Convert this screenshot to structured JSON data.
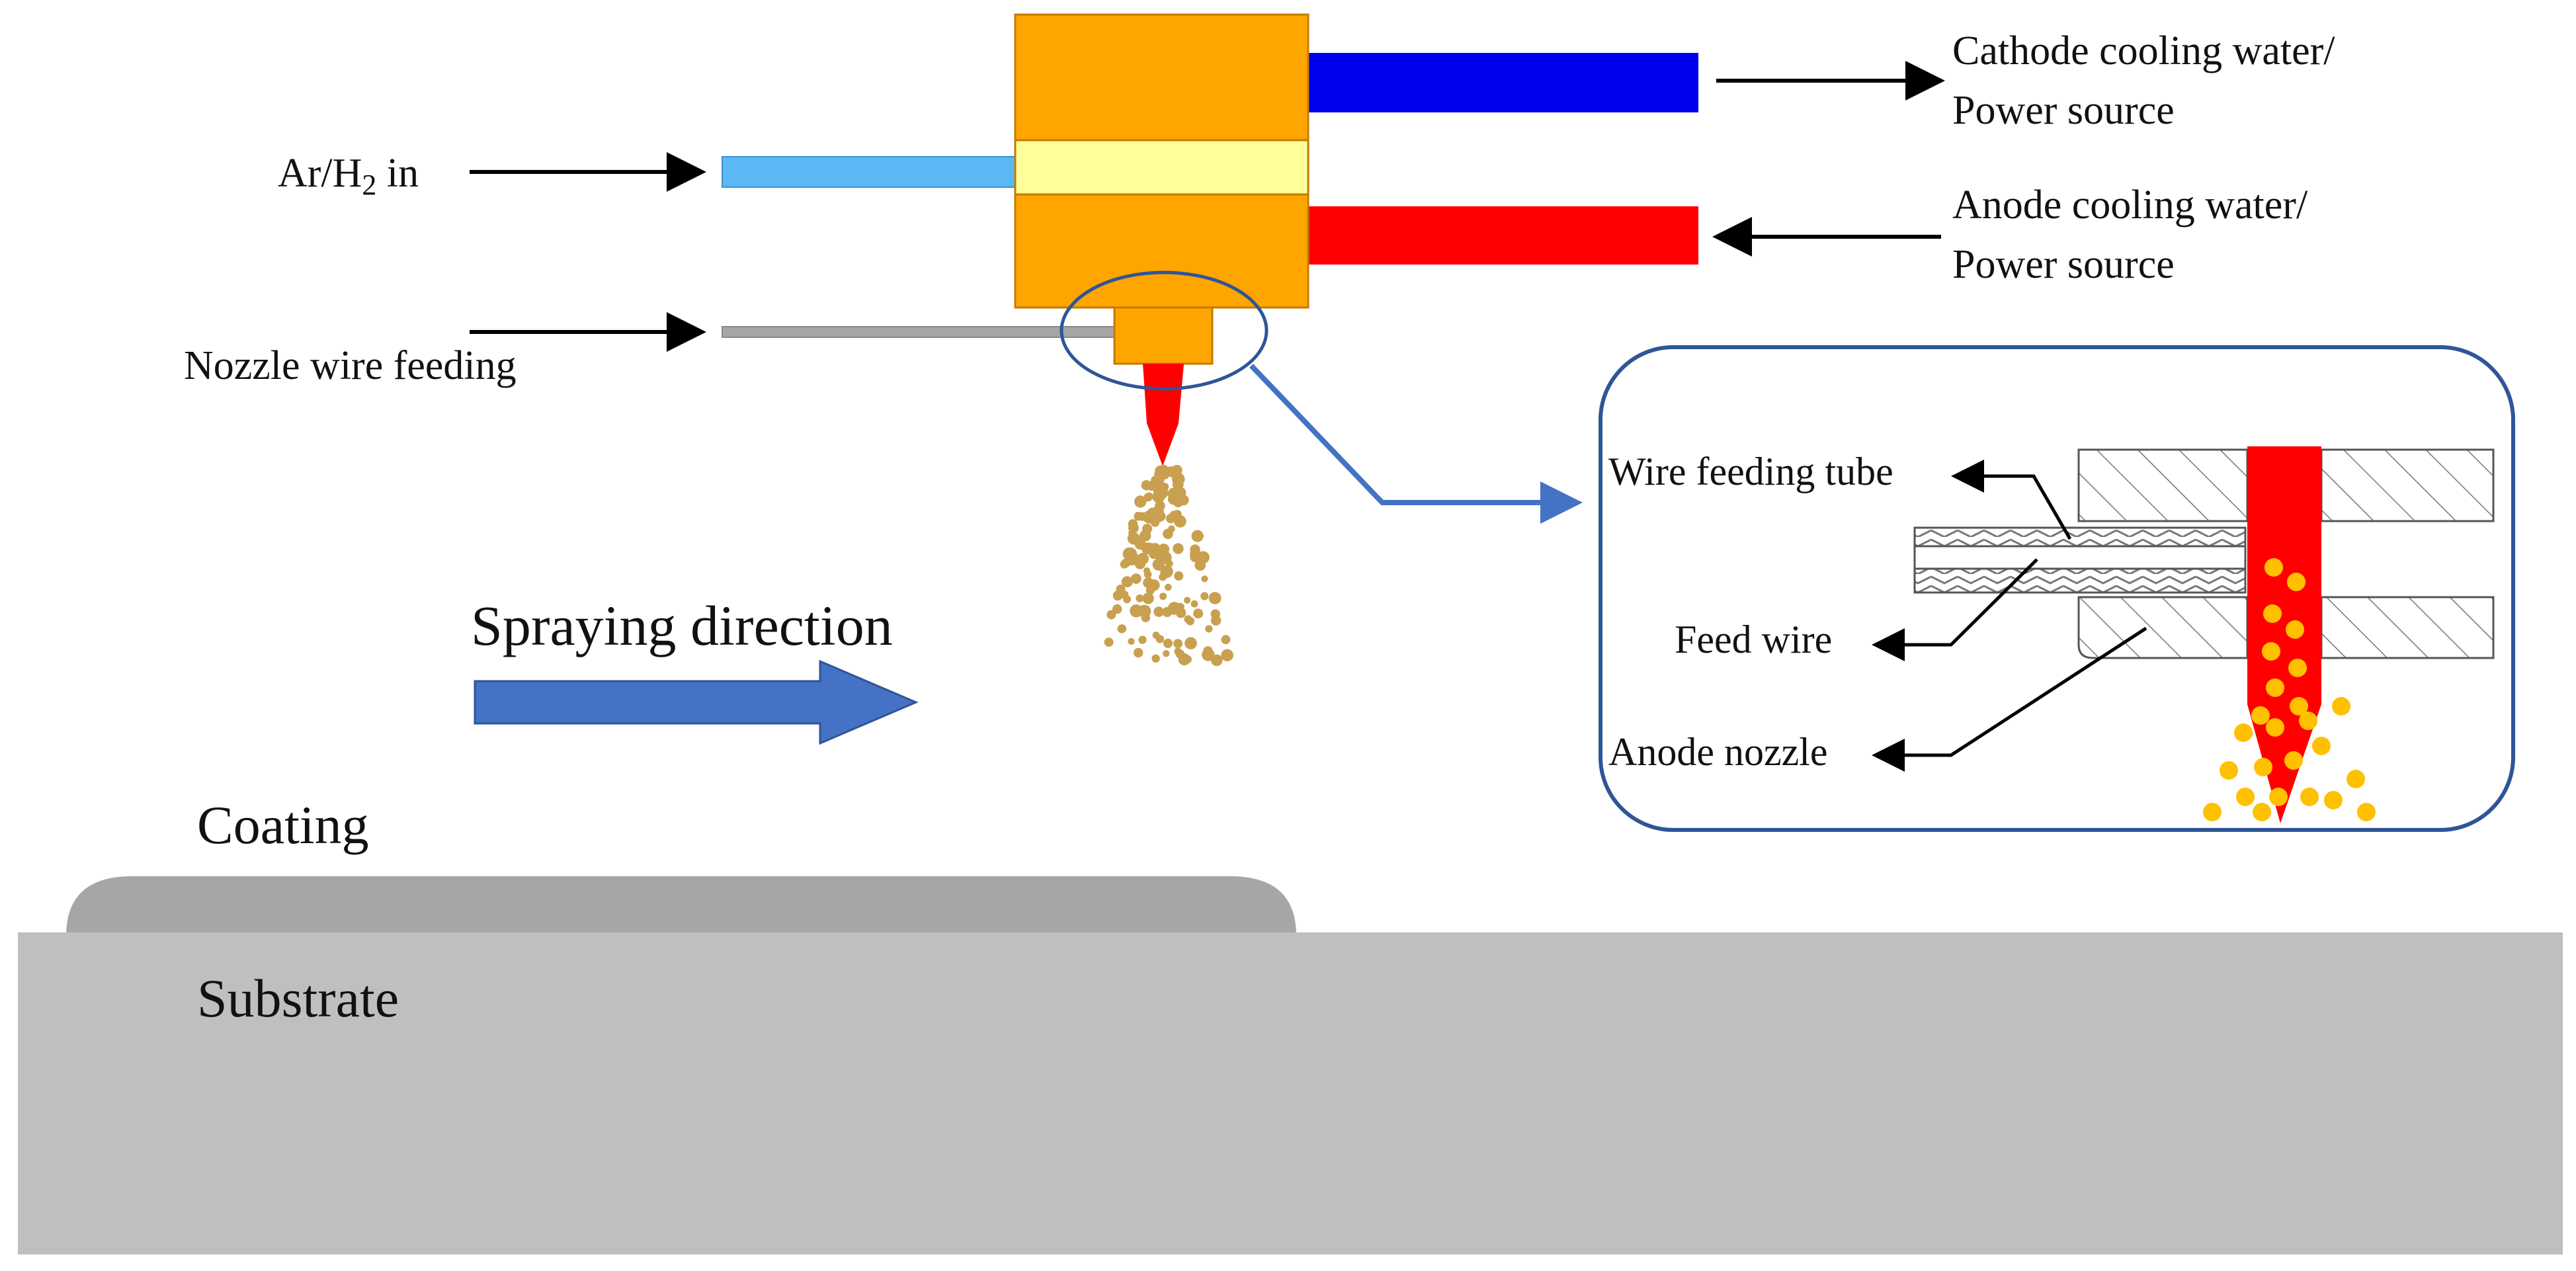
{
  "labels": {
    "gas_in": "Ar/H",
    "gas_sub": "2",
    "gas_in_suffix": " in",
    "nozzle_wire_feeding": "Nozzle wire feeding",
    "cathode_line1": "Cathode cooling water/",
    "cathode_line2": "Power source",
    "anode_line1": "Anode cooling water/",
    "anode_line2": "Power source",
    "spraying_direction": "Spraying direction",
    "coating": "Coating",
    "substrate": "Substrate"
  },
  "inset": {
    "wire_feeding_tube": "Wire feeding tube",
    "feed_wire": "Feed wire",
    "anode_nozzle": "Anode nozzle"
  },
  "colors": {
    "torch_body": "#FFA500",
    "gas_band": "#FFFF99",
    "gas_pipe": "#5BB8F5",
    "cathode_pipe": "#0000EE",
    "anode_pipe": "#FF0000",
    "wire_pipe": "#A6A6A6",
    "flame": "#FF0000",
    "particles": "#C8A050",
    "inset_particles": "#FFC000",
    "accent_blue": "#4472C4",
    "circle_outline": "#2F5597",
    "inset_border": "#2F5597",
    "coating": "#A6A6A6",
    "substrate": "#BFBFBF"
  }
}
